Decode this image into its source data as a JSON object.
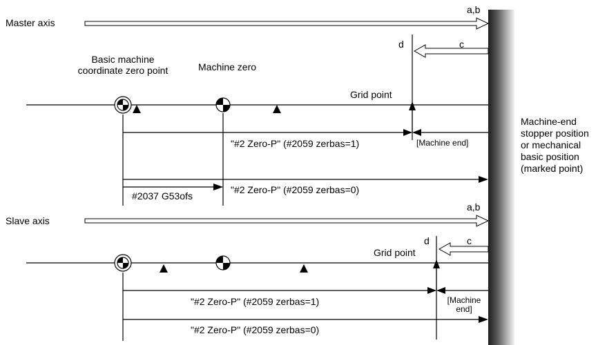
{
  "master": {
    "axis_label": "Master axis",
    "arrow_label_ab": "a,b",
    "label_c": "c",
    "label_d": "d",
    "basic_zero_label": "Basic machine\ncoordinate zero point",
    "machine_zero_label": "Machine zero",
    "grid_point_label": "Grid point",
    "zero_p_zerbas1": "\"#2 Zero-P\" (#2059 zerbas=1)",
    "zero_p_zerbas0": "\"#2 Zero-P\" (#2059 zerbas=0)",
    "machine_end_label": "[Machine end]",
    "g53_label": "#2037 G53ofs"
  },
  "slave": {
    "axis_label": "Slave axis",
    "arrow_label_ab": "a,b",
    "label_c": "c",
    "label_d": "d",
    "grid_point_label": "Grid point",
    "zero_p_zerbas1": "\"#2 Zero-P\" (#2059 zerbas=1)",
    "zero_p_zerbas0": "\"#2 Zero-P\" (#2059 zerbas=0)",
    "machine_end_label": "[Machine\nend]"
  },
  "right_note": "Machine-end\nstopper position\nor mechanical\nbasic position\n(marked point)"
}
